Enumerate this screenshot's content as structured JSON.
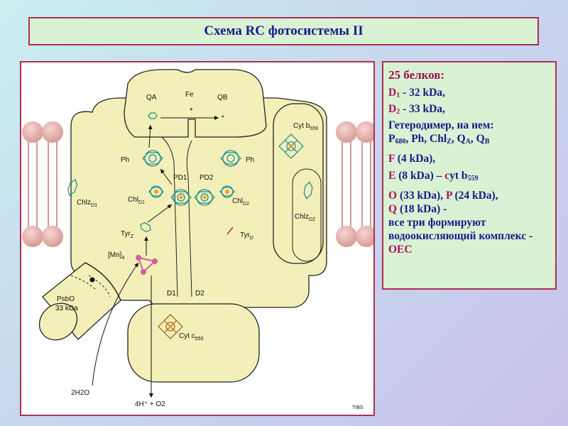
{
  "title": "Схема RC фотосистемы II",
  "diagram": {
    "labels": {
      "qa": "QA",
      "fe": "Fe",
      "qb": "QB",
      "ph_left": "Ph",
      "ph_right": "Ph",
      "pd1": "PD1",
      "pd2": "PD2",
      "chl_d1": "Chl",
      "chl_d1_sub": "D1",
      "chl_d2": "Chl",
      "chl_d2_sub": "D2",
      "chlz_d1": "Chlz",
      "chlz_d1_sub": "D1",
      "chlz_d2": "Chlz",
      "chlz_d2_sub": "D2",
      "cytb559": "Cyt b",
      "cytb559_sub": "559",
      "tyrz": "Tyr",
      "tyrz_sub": "Z",
      "tyrd": "Tyr",
      "tyrd_sub": "D",
      "mn": "[Mn]",
      "mn_sub": "4",
      "psbo_1": "PsbO",
      "psbo_2": "33 kDa",
      "d1": "D1",
      "d2": "D2",
      "cytc550": "Cyt c",
      "cytc550_sub": "550",
      "water": "2H2O",
      "products": "4H⁺ + O2",
      "star": "*",
      "tibs": "TIBS"
    }
  },
  "info": {
    "heading": "25 белков:",
    "d1_name": "D",
    "d1_sub": "1",
    "d1_rest": " - 32 kDa,",
    "d2_name": "D",
    "d2_sub": "2",
    "d2_rest": " - 33 kDa,",
    "hetero": "Гетеродимер, на нем:",
    "p_name": "P",
    "p_sub": "680",
    "p_rest1": ", Ph, Chl",
    "chl_sub": "Z",
    "p_rest2": ", Q",
    "qa_sub": "A",
    "p_rest3": ", Q",
    "qb_sub": "B",
    "f_letter": "F",
    "f_rest": " (4 kDa),",
    "e_letter": "E",
    "e_mid": " (8 kDa) – ",
    "e_c": "c",
    "e_rest": "yt b",
    "e_sub": "559",
    "o_letter": "O",
    "o_rest": " (33 kDa), ",
    "p2_letter": "P",
    "p2_rest": " (24 kDa),",
    "q_letter": "Q",
    "q_rest": " (18 kDa) -",
    "all_three": "все три формируют водоокисляющий комплекс - ",
    "oec": "OEC"
  },
  "colors": {
    "protein_fill": "#f3efb8",
    "protein_stroke": "#222222",
    "lipid_head": "#eab4b0",
    "pigment": "#1a8f8f",
    "center": "#f0a020",
    "mn": "#d060a0",
    "border": "#b03050",
    "text_blue": "#1a1a8a",
    "text_magenta": "#b01060"
  }
}
